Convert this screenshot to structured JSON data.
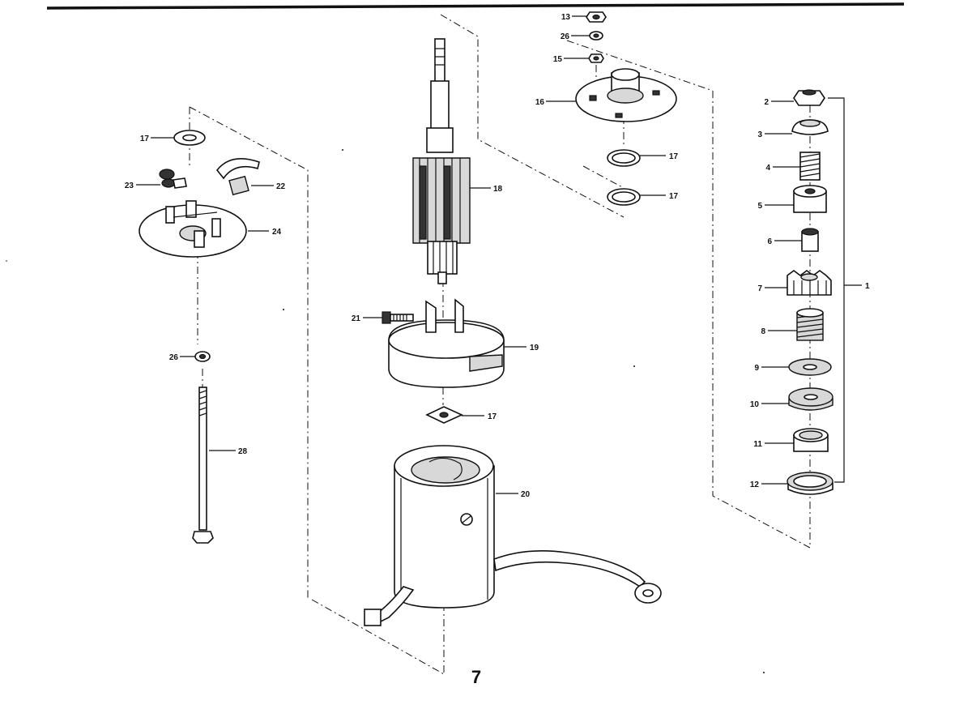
{
  "page_number": "7",
  "callouts": [
    {
      "id": "c13",
      "text": "13"
    },
    {
      "id": "c26a",
      "text": "26"
    },
    {
      "id": "c15",
      "text": "15"
    },
    {
      "id": "c16",
      "text": "16"
    },
    {
      "id": "c17a",
      "text": "17"
    },
    {
      "id": "c17b",
      "text": "17"
    },
    {
      "id": "c17c",
      "text": "17"
    },
    {
      "id": "c17d",
      "text": "17"
    },
    {
      "id": "c18",
      "text": "18"
    },
    {
      "id": "c19",
      "text": "19"
    },
    {
      "id": "c20",
      "text": "20"
    },
    {
      "id": "c21",
      "text": "21"
    },
    {
      "id": "c22",
      "text": "22"
    },
    {
      "id": "c23",
      "text": "23"
    },
    {
      "id": "c24",
      "text": "24"
    },
    {
      "id": "c26b",
      "text": "26"
    },
    {
      "id": "c28",
      "text": "28"
    },
    {
      "id": "c1",
      "text": "1"
    },
    {
      "id": "c2",
      "text": "2"
    },
    {
      "id": "c3",
      "text": "3"
    },
    {
      "id": "c4",
      "text": "4"
    },
    {
      "id": "c5",
      "text": "5"
    },
    {
      "id": "c6",
      "text": "6"
    },
    {
      "id": "c7",
      "text": "7"
    },
    {
      "id": "c8",
      "text": "8"
    },
    {
      "id": "c9",
      "text": "9"
    },
    {
      "id": "c10",
      "text": "10"
    },
    {
      "id": "c11",
      "text": "11"
    },
    {
      "id": "c12",
      "text": "12"
    }
  ]
}
